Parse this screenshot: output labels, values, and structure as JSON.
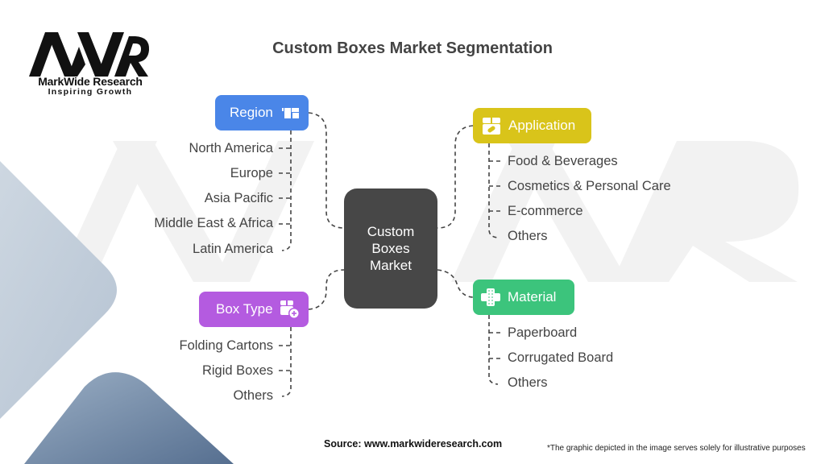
{
  "brand": {
    "logo_text": "MWR",
    "name": "MarkWide Research",
    "tagline": "Inspiring Growth"
  },
  "title": "Custom Boxes Market Segmentation",
  "center": {
    "lines": [
      "Custom",
      "Boxes",
      "Market"
    ]
  },
  "segments": {
    "region": {
      "label": "Region",
      "icon": "box-open-icon",
      "color": "#4a86e8",
      "items": [
        "North America",
        "Europe",
        "Asia Pacific",
        "Middle East & Africa",
        "Latin America"
      ]
    },
    "application": {
      "label": "Application",
      "icon": "package-tag-icon",
      "color": "#d9c41a",
      "items": [
        "Food & Beverages",
        "Cosmetics & Personal Care",
        "E-commerce",
        "Others"
      ]
    },
    "box_type": {
      "label": "Box Type",
      "icon": "box-add-icon",
      "color": "#b45be0",
      "items": [
        "Folding Cartons",
        "Rigid Boxes",
        "Others"
      ]
    },
    "material": {
      "label": "Material",
      "icon": "material-cross-icon",
      "color": "#3cc47c",
      "items": [
        "Paperboard",
        "Corrugated Board",
        "Others"
      ]
    }
  },
  "footer": {
    "source": "Source: www.markwideresearch.com",
    "note": "*The graphic depicted in the image serves solely for illustrative purposes"
  },
  "colors": {
    "center_bg": "#474747",
    "text": "#444444",
    "connector": "#444444"
  }
}
